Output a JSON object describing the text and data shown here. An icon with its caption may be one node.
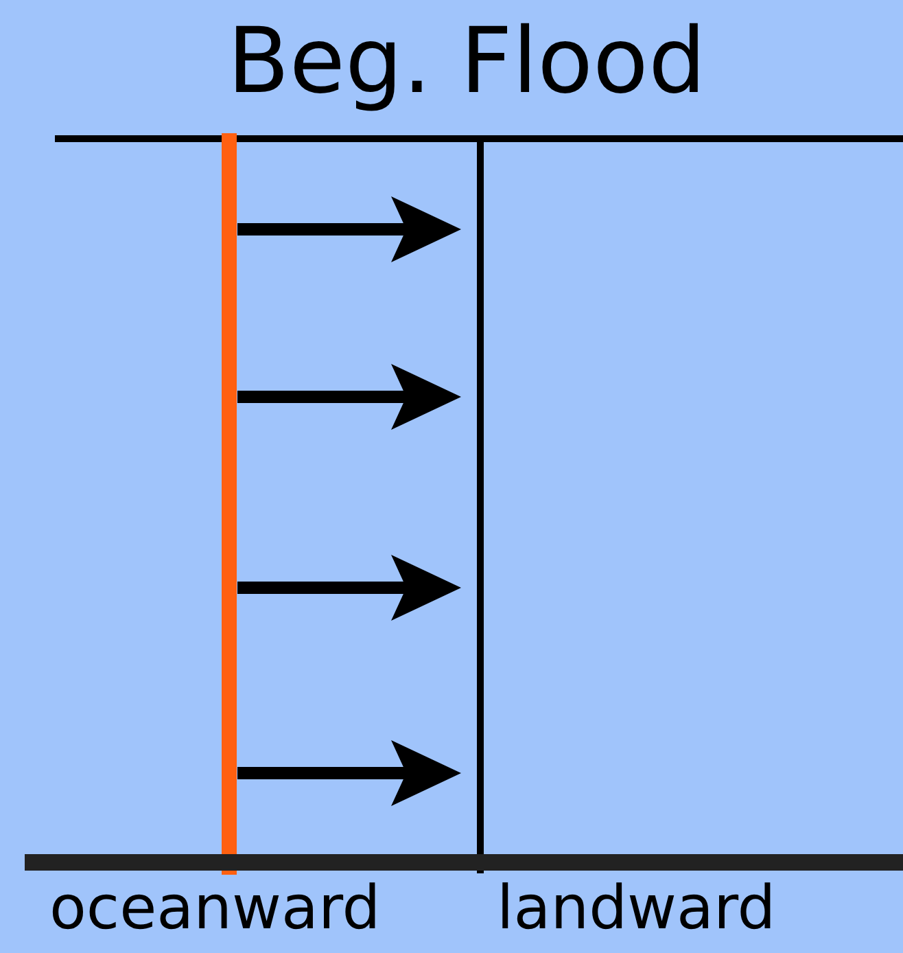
{
  "diagram": {
    "title": "Beg. Flood",
    "labels": [
      "oceanward",
      "landward"
    ]
  }
}
